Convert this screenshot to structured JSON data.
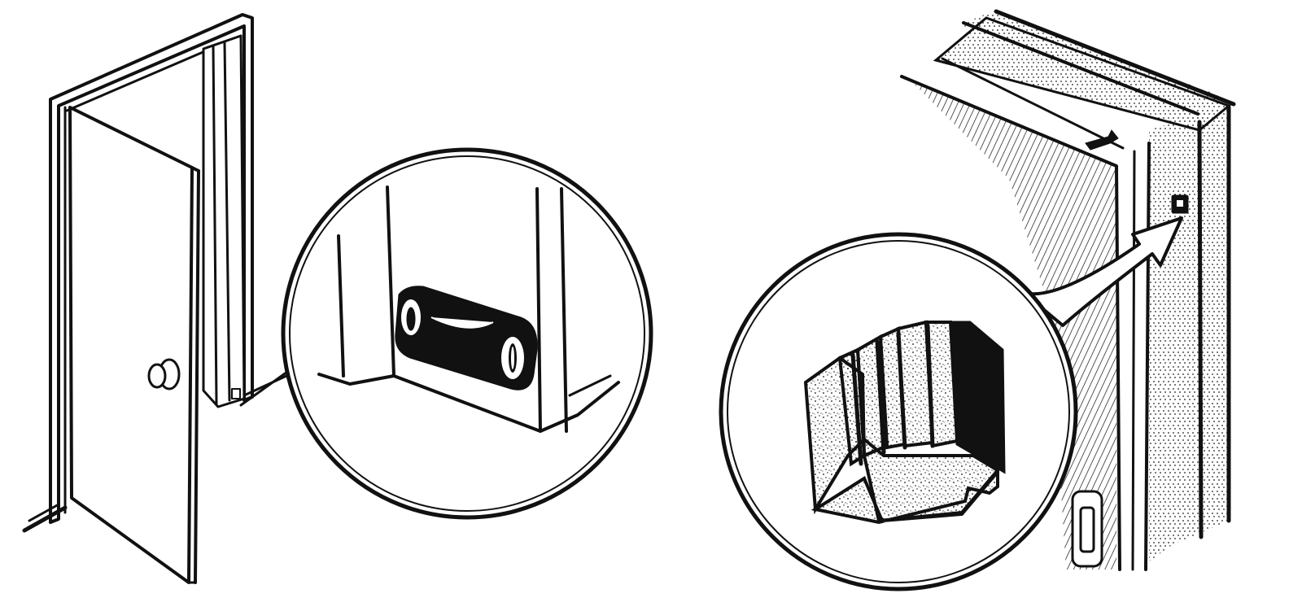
{
  "illustration": {
    "left_panel": {
      "subject": "open-door-with-door-stop",
      "detail": "door-stop-closeup"
    },
    "right_panel": {
      "subject": "door-frame-with-foam-seal",
      "detail": "foam-weatherstrip-closeup"
    },
    "colors": {
      "ink": "#111111",
      "paper": "#ffffff"
    }
  }
}
